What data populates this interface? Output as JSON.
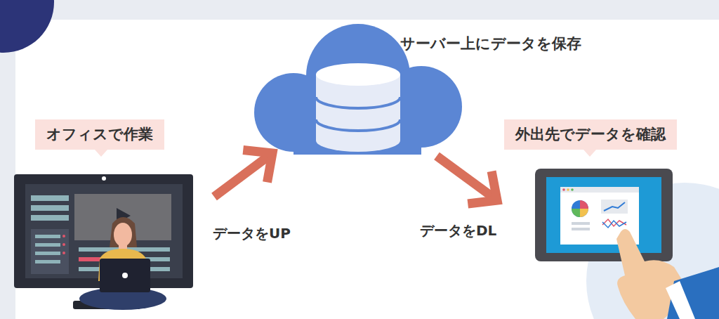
{
  "diagram": {
    "nodes": [
      {
        "text": [
          "オフィスで作業"
        ]
      },
      {
        "text": [
          "サーバー上にデータを保存"
        ]
      },
      {
        "text": [
          "外出先でデータを確認"
        ]
      }
    ],
    "edges": [
      {
        "from": 0,
        "to": 1,
        "arrow": "to",
        "label": "データをUP"
      },
      {
        "from": 1,
        "to": 2,
        "arrow": "to",
        "label": "データをDL"
      }
    ]
  }
}
